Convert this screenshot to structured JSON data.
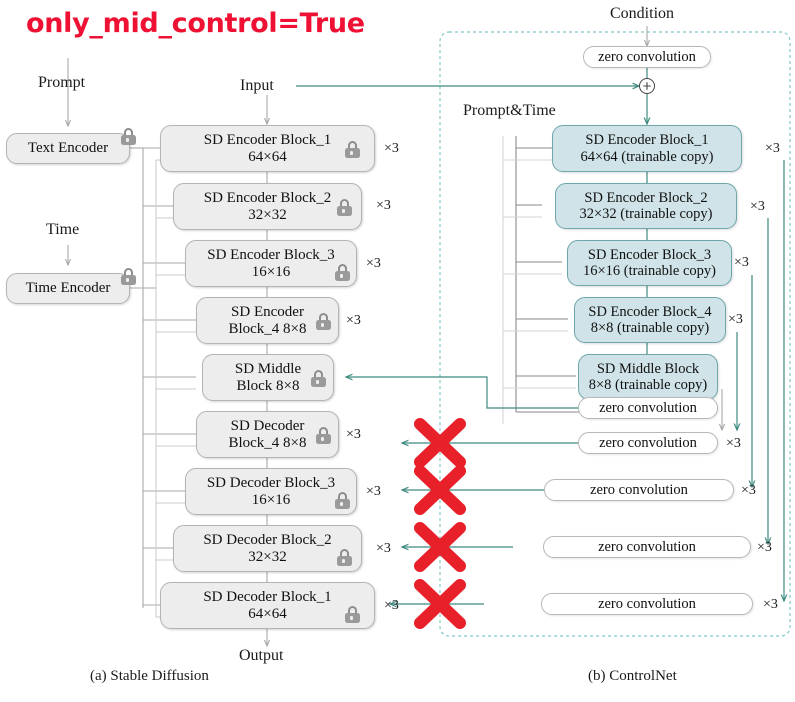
{
  "title": "only_mid_control=True",
  "colors": {
    "title_red": "#ee1133",
    "x_red": "#e8202a",
    "teal": "#3f8a80",
    "sd_fill": "#ededed",
    "trainable_fill": "#cfe3e8",
    "dashed_border": "#7fc7c7"
  },
  "labels": {
    "prompt": "Prompt",
    "time": "Time",
    "input": "Input",
    "output": "Output",
    "condition": "Condition",
    "prompt_time": "Prompt&Time"
  },
  "captions": {
    "left": "(a) Stable Diffusion",
    "right": "(b) ControlNet"
  },
  "icons": {
    "lock": "lock-icon",
    "plus": "plus-icon",
    "cross": "red-cross-icon"
  },
  "left_panel": {
    "encoders": [
      {
        "name": "Text Encoder",
        "locked": true
      },
      {
        "name": "Time Encoder",
        "locked": true
      }
    ],
    "blocks": [
      {
        "l1": "SD Encoder Block_1",
        "l2": "64×64",
        "mult": "×3",
        "locked": true
      },
      {
        "l1": "SD Encoder Block_2",
        "l2": "32×32",
        "mult": "×3",
        "locked": true
      },
      {
        "l1": "SD Encoder Block_3",
        "l2": "16×16",
        "mult": "×3",
        "locked": true
      },
      {
        "l1": "SD Encoder",
        "l2": "Block_4 8×8",
        "mult": "×3",
        "locked": true
      },
      {
        "l1": "SD Middle",
        "l2": "Block 8×8",
        "mult": "",
        "locked": true
      },
      {
        "l1": "SD Decoder",
        "l2": "Block_4 8×8",
        "mult": "×3",
        "locked": true
      },
      {
        "l1": "SD Decoder Block_3",
        "l2": "16×16",
        "mult": "×3",
        "locked": true
      },
      {
        "l1": "SD Decoder Block_2",
        "l2": "32×32",
        "mult": "×3",
        "locked": true
      },
      {
        "l1": "SD Decoder Block_1",
        "l2": "64×64",
        "mult": "×3",
        "locked": true
      }
    ]
  },
  "right_panel": {
    "top_zero_conv": "zero convolution",
    "blocks": [
      {
        "l1": "SD Encoder Block_1",
        "l2": "64×64 (trainable copy)",
        "mult": "×3"
      },
      {
        "l1": "SD Encoder Block_2",
        "l2": "32×32 (trainable copy)",
        "mult": "×3"
      },
      {
        "l1": "SD Encoder Block_3",
        "l2": "16×16 (trainable copy)",
        "mult": "×3"
      },
      {
        "l1": "SD Encoder Block_4",
        "l2": "8×8 (trainable copy)",
        "mult": "×3"
      },
      {
        "l1": "SD Middle Block",
        "l2": "8×8 (trainable copy)",
        "mult": ""
      }
    ],
    "zero_convs": [
      {
        "label": "zero convolution",
        "mult": ""
      },
      {
        "label": "zero convolution",
        "mult": "×3"
      },
      {
        "label": "zero convolution",
        "mult": "×3"
      },
      {
        "label": "zero convolution",
        "mult": "×3"
      },
      {
        "label": "zero convolution",
        "mult": "×3"
      }
    ]
  },
  "disabled_connections": [
    {
      "id": "x-1"
    },
    {
      "id": "x-2"
    },
    {
      "id": "x-3"
    },
    {
      "id": "x-4"
    }
  ]
}
